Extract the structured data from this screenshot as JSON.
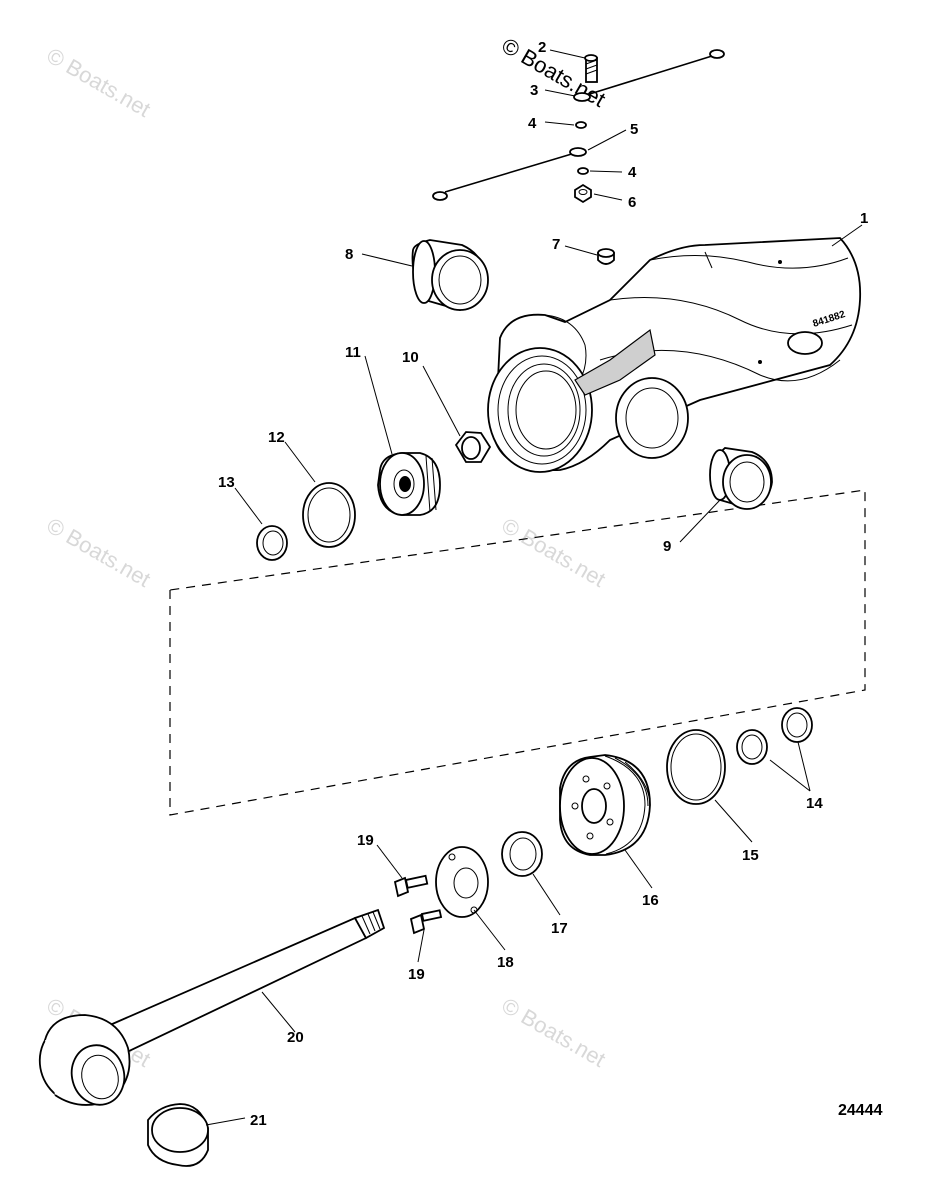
{
  "watermarks": {
    "main": "© Boats.net",
    "repeat": "© Boats.net"
  },
  "diagram_id": "24444",
  "cast_mark": "841882",
  "callouts": [
    "1",
    "2",
    "3",
    "4",
    "5",
    "4",
    "6",
    "7",
    "8",
    "9",
    "10",
    "11",
    "12",
    "13",
    "14",
    "15",
    "16",
    "17",
    "18",
    "19",
    "19",
    "20",
    "21"
  ]
}
